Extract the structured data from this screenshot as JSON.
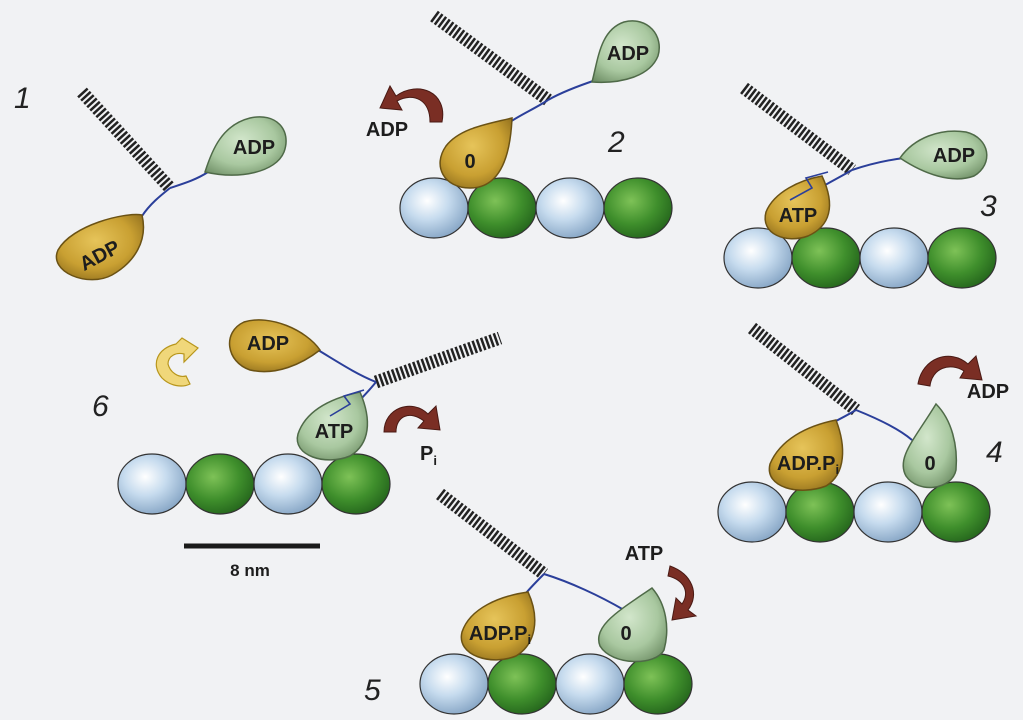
{
  "colors": {
    "background": "#f1f2f4",
    "head_gold": "#c9a032",
    "head_green": "#a9c8a0",
    "actin_blue": "#a9c6df",
    "actin_green": "#3f8f2c",
    "release_arrow": "#7a2e24",
    "recovery_arrow": "#f0d77a",
    "linker": "#2b3f9a",
    "coiled_coil": "#222222"
  },
  "steps": {
    "s1": {
      "number": "1",
      "trailing_head": "ADP",
      "leading_head": "ADP"
    },
    "s2": {
      "number": "2",
      "bound_head": "0",
      "free_head": "ADP",
      "release_label": "ADP"
    },
    "s3": {
      "number": "3",
      "bound_head": "ATP",
      "free_head": "ADP"
    },
    "s4": {
      "number": "4",
      "trailing_head": "ADP.P",
      "trailing_sub": "i",
      "leading_head": "0",
      "release_label": "ADP"
    },
    "s5": {
      "number": "5",
      "trailing_head": "ADP.P",
      "trailing_sub": "i",
      "leading_head": "0",
      "binding_label": "ATP"
    },
    "s6": {
      "number": "6",
      "bound_head": "ATP",
      "swinging_head": "ADP",
      "release_label": "P",
      "release_sub": "i"
    }
  },
  "scale_bar": {
    "label": "8 nm"
  }
}
